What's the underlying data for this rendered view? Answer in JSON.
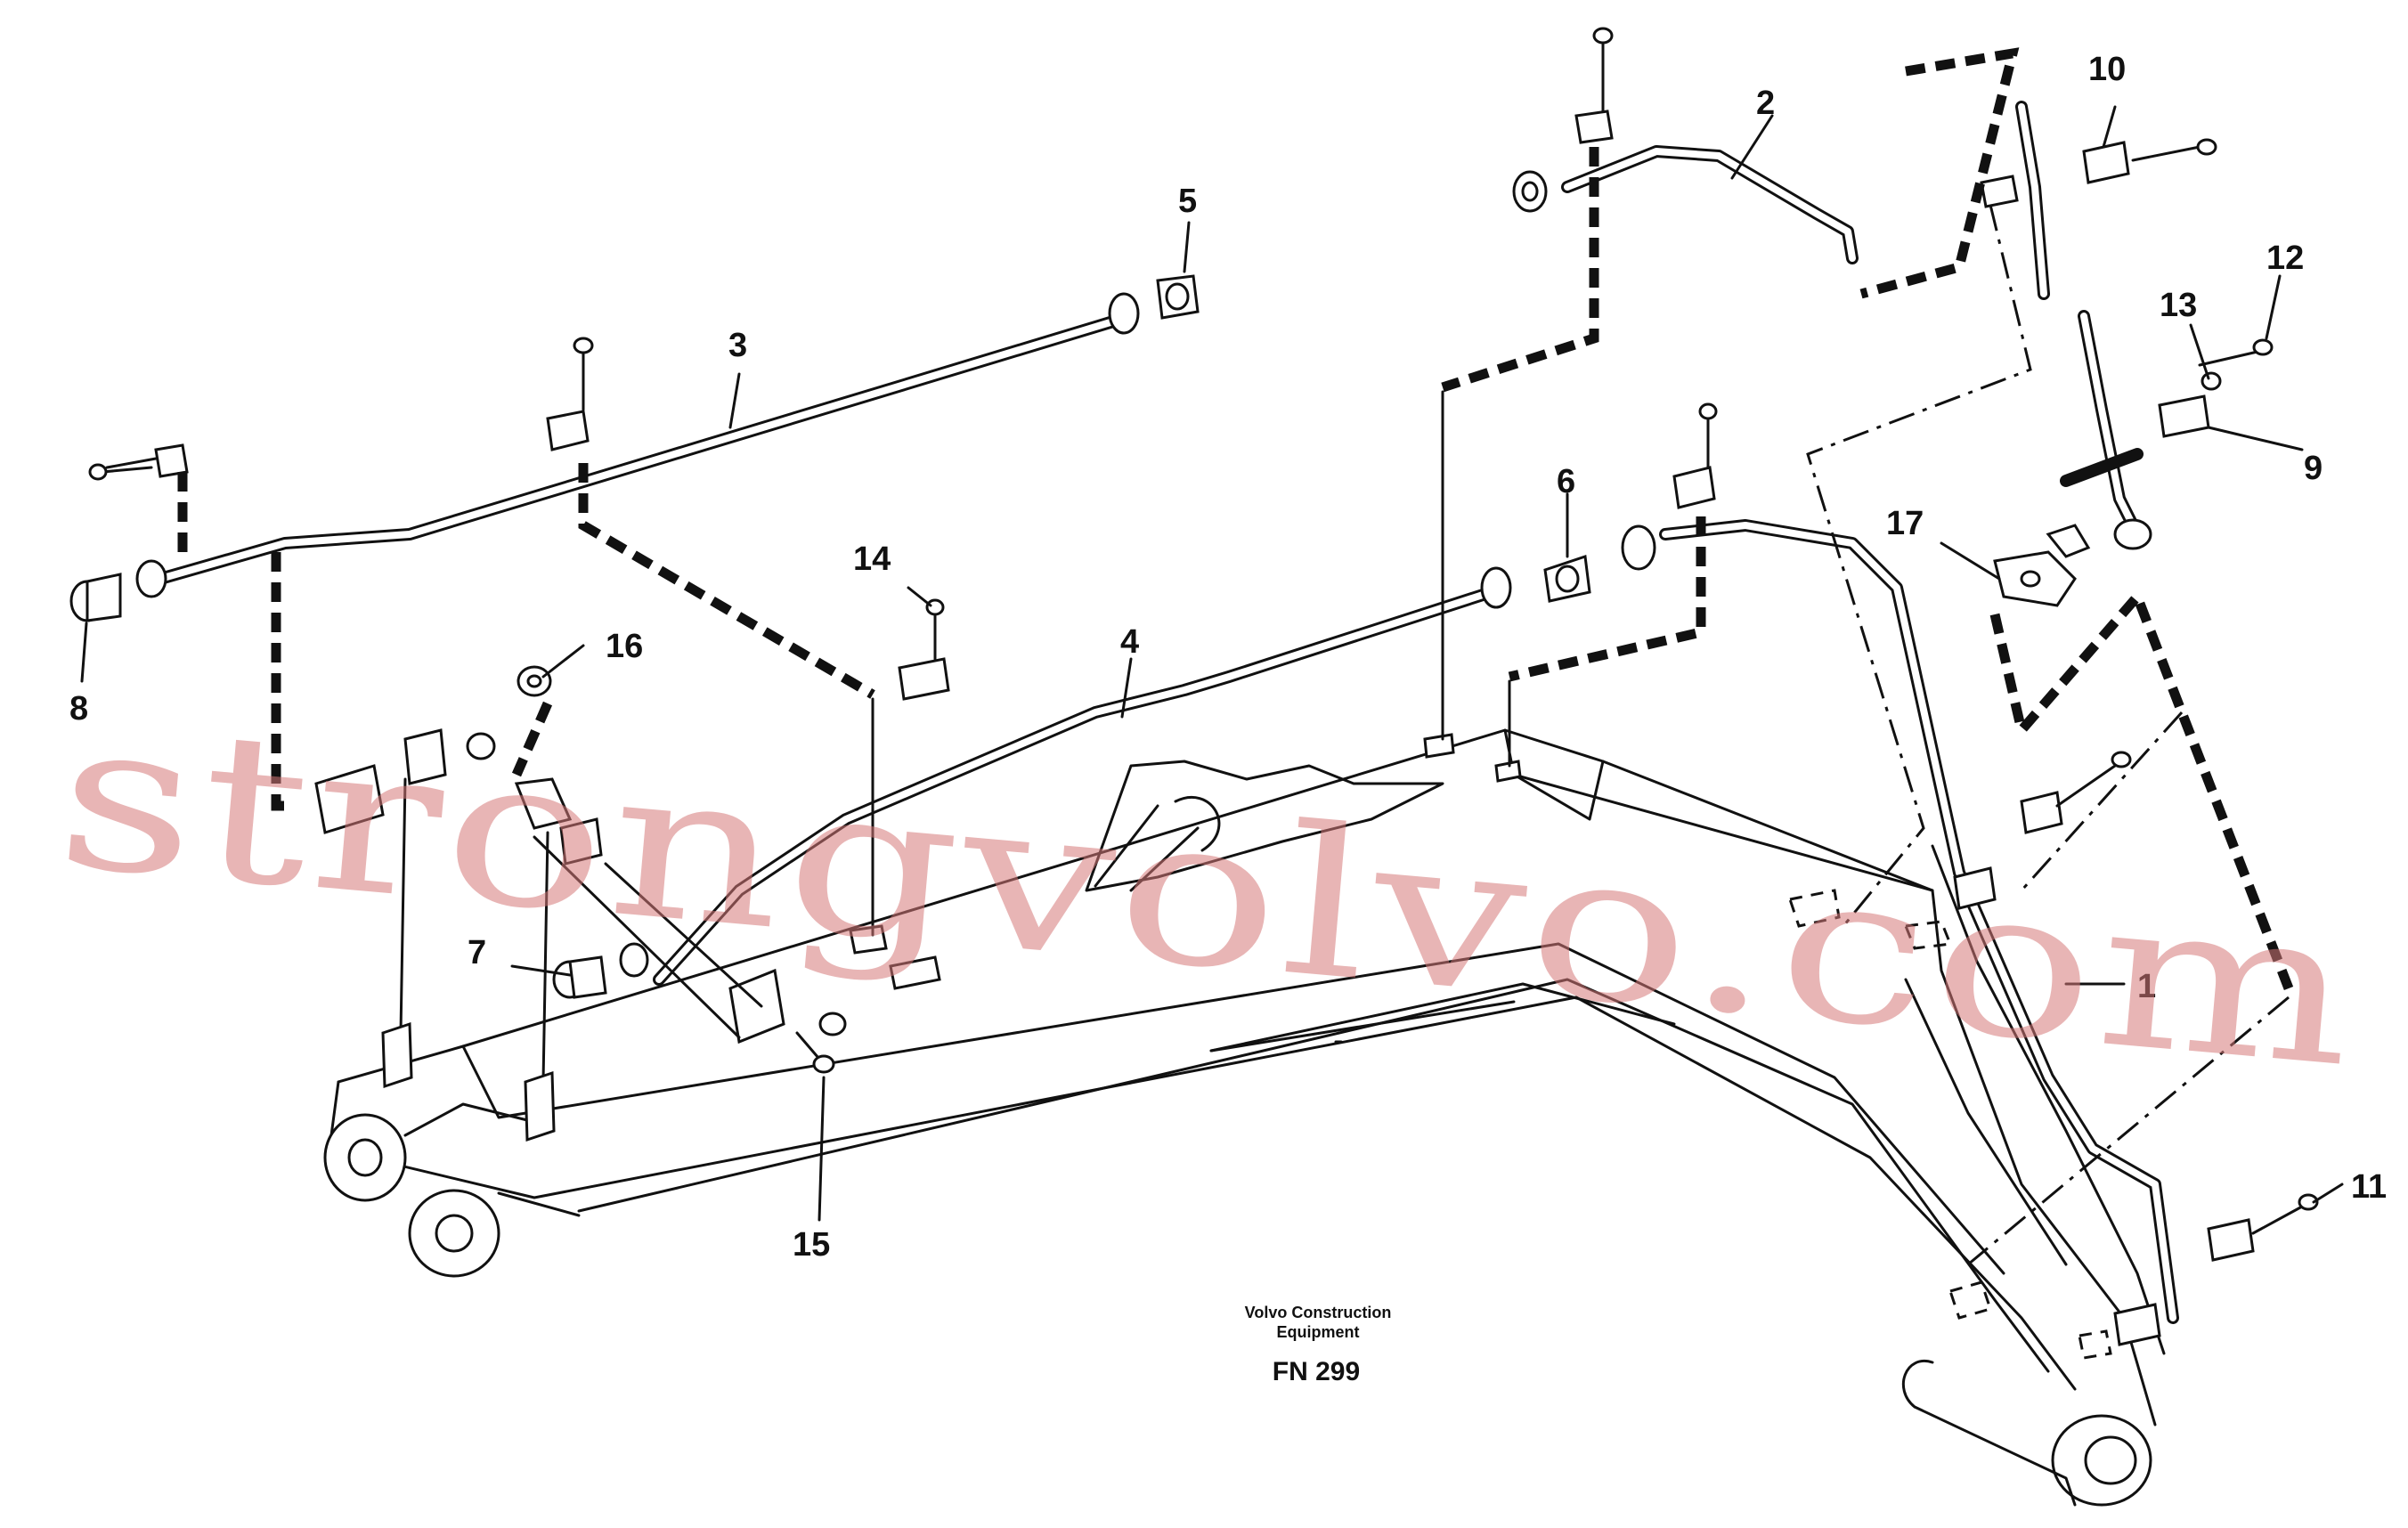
{
  "callouts": [
    {
      "id": "1",
      "text": "1"
    },
    {
      "id": "2",
      "text": "2"
    },
    {
      "id": "3",
      "text": "3"
    },
    {
      "id": "4",
      "text": "4"
    },
    {
      "id": "5",
      "text": "5"
    },
    {
      "id": "6",
      "text": "6"
    },
    {
      "id": "7",
      "text": "7"
    },
    {
      "id": "8",
      "text": "8"
    },
    {
      "id": "9",
      "text": "9"
    },
    {
      "id": "10",
      "text": "10"
    },
    {
      "id": "11",
      "text": "11"
    },
    {
      "id": "12",
      "text": "12"
    },
    {
      "id": "13",
      "text": "13"
    },
    {
      "id": "14",
      "text": "14"
    },
    {
      "id": "15",
      "text": "15"
    },
    {
      "id": "16",
      "text": "16"
    },
    {
      "id": "17",
      "text": "17"
    }
  ],
  "footer": {
    "line1": "Volvo Construction",
    "line2": "Equipment",
    "code": "FN 299"
  },
  "watermark": "strongvolvo.com"
}
